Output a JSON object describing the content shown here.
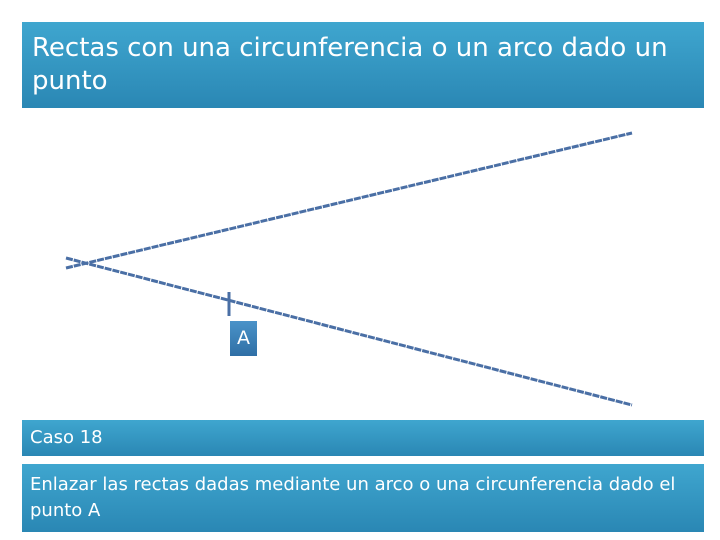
{
  "slide": {
    "title": "Rectas con una circunferencia o un arco dado un punto",
    "case_label": "Caso 18",
    "instruction": "Enlazar las rectas dadas mediante un arco o una circunferencia dado el punto A"
  },
  "diagram": {
    "point_label": "A",
    "line_color": "#4a6fa5"
  }
}
